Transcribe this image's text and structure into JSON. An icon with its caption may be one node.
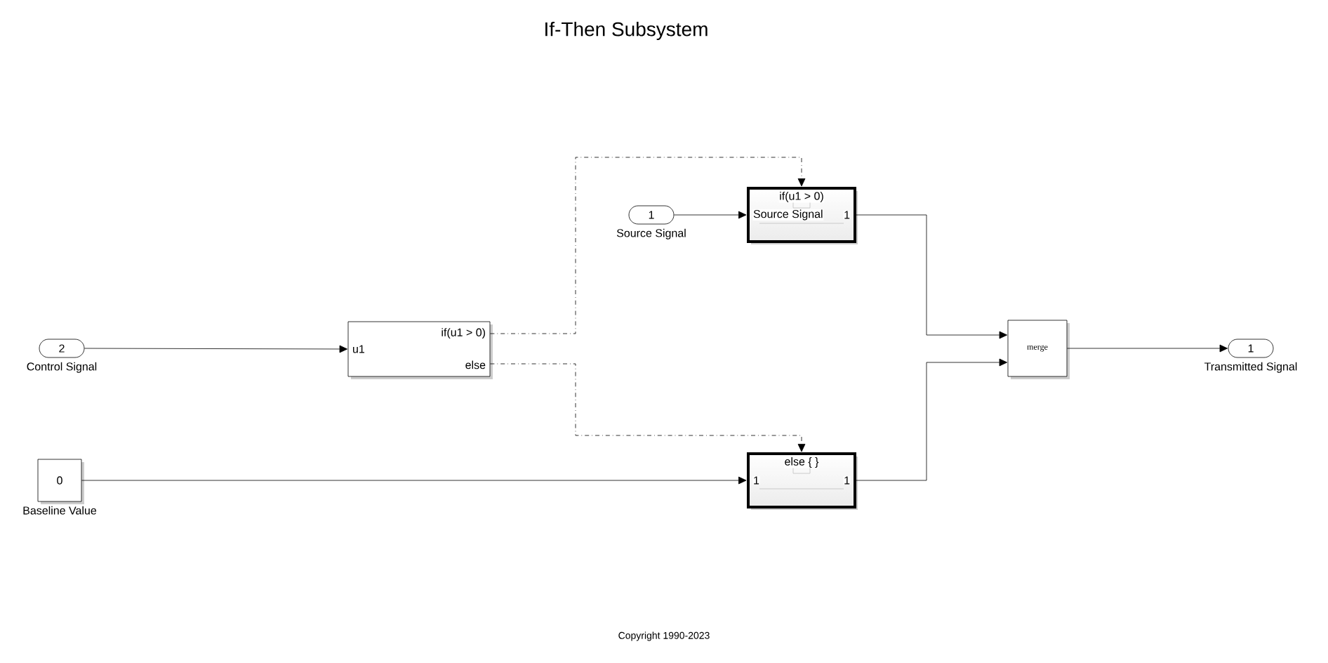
{
  "diagram": {
    "title": "If-Then Subsystem",
    "caption": "Copyright 1990-2023",
    "nodes": [
      {
        "text": [
          "2"
        ],
        "beside": [
          "Control Signal"
        ]
      },
      {
        "text": [
          "u1",
          "if(u1 > 0)",
          "else"
        ]
      },
      {
        "text": [
          "1"
        ],
        "beside": [
          "Source Signal"
        ]
      },
      {
        "text": [
          "if(u1 > 0)",
          "Source Signal",
          "1"
        ]
      },
      {
        "text": [
          "0"
        ],
        "beside": [
          "Baseline Value"
        ]
      },
      {
        "text": [
          "else { }",
          "1",
          "1"
        ]
      },
      {
        "text": [
          "merge"
        ]
      },
      {
        "text": [
          "1"
        ],
        "beside": [
          "Transmitted Signal"
        ]
      }
    ],
    "edges": [
      {
        "from": 0,
        "to": 1,
        "arrow": "to"
      },
      {
        "from": 1,
        "to": 3,
        "arrow": "to",
        "style": "dashed"
      },
      {
        "from": 1,
        "to": 5,
        "arrow": "to",
        "style": "dashed"
      },
      {
        "from": 2,
        "to": 3,
        "arrow": "to"
      },
      {
        "from": 4,
        "to": 5,
        "arrow": "to"
      },
      {
        "from": 3,
        "to": 6,
        "arrow": "to"
      },
      {
        "from": 5,
        "to": 6,
        "arrow": "to"
      },
      {
        "from": 6,
        "to": 7,
        "arrow": "to"
      }
    ]
  }
}
